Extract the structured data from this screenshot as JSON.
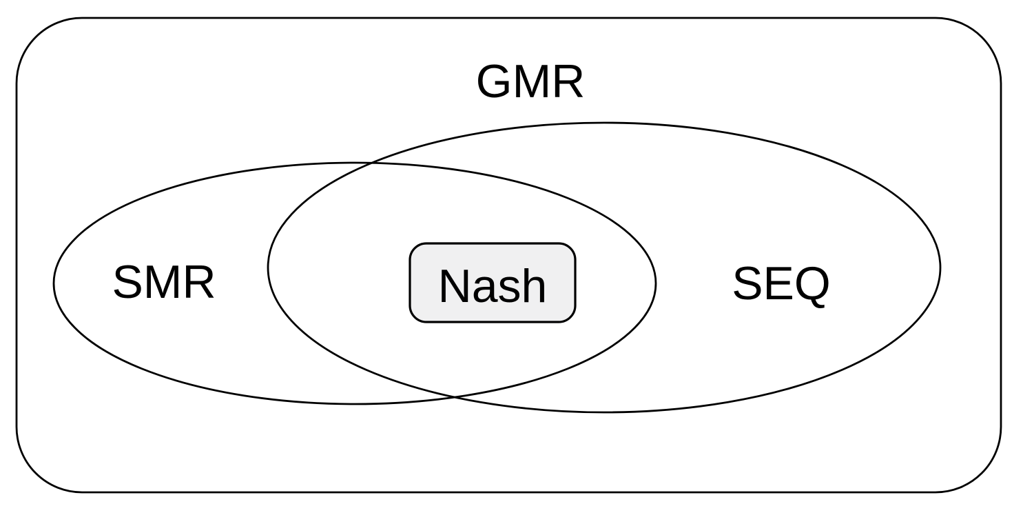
{
  "diagram": {
    "type": "venn-set-diagram",
    "background_color": "#ffffff",
    "stroke_color": "#000000",
    "outer_set": {
      "label": "GMR"
    },
    "left_set": {
      "label": "SMR"
    },
    "right_set": {
      "label": "SEQ"
    },
    "intersection_set": {
      "label": "Nash",
      "fill": "#f0f0f1"
    },
    "relationships": [
      "Nash is inside the intersection of SMR and SEQ",
      "SMR and SEQ overlap",
      "SMR and SEQ are inside GMR"
    ]
  }
}
